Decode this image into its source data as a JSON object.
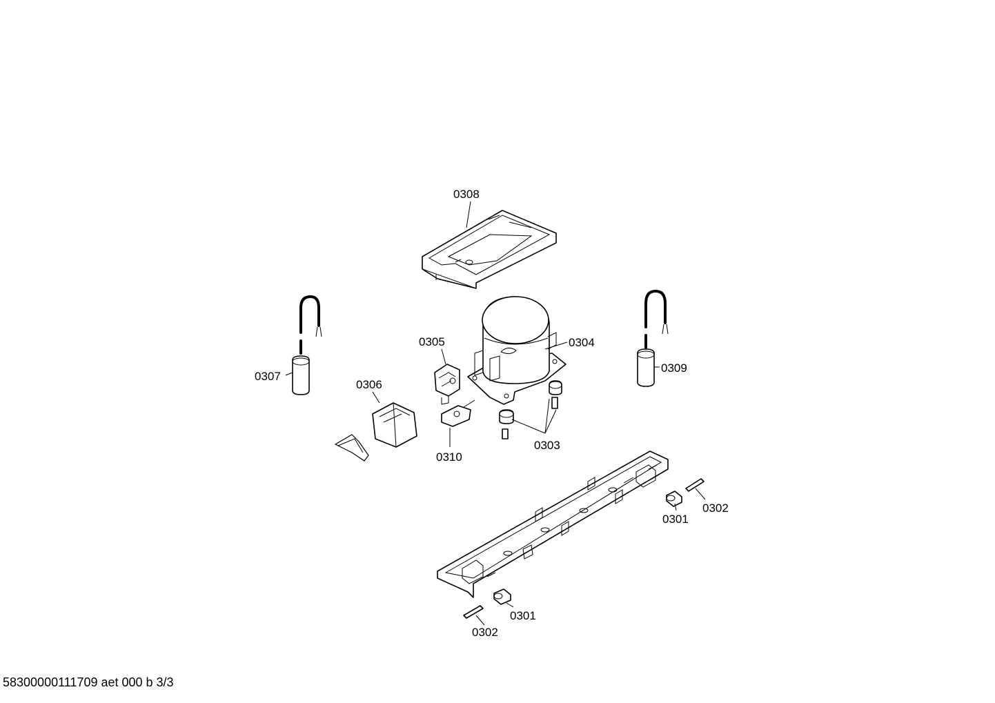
{
  "labels": {
    "p0308": "0308",
    "p0305": "0305",
    "p0304": "0304",
    "p0307": "0307",
    "p0309": "0309",
    "p0306": "0306",
    "p0310": "0310",
    "p0303": "0303",
    "p0301a": "0301",
    "p0302a": "0302",
    "p0301b": "0301",
    "p0302b": "0302"
  },
  "footer": "58300000111709 aet 000 b 3/3"
}
